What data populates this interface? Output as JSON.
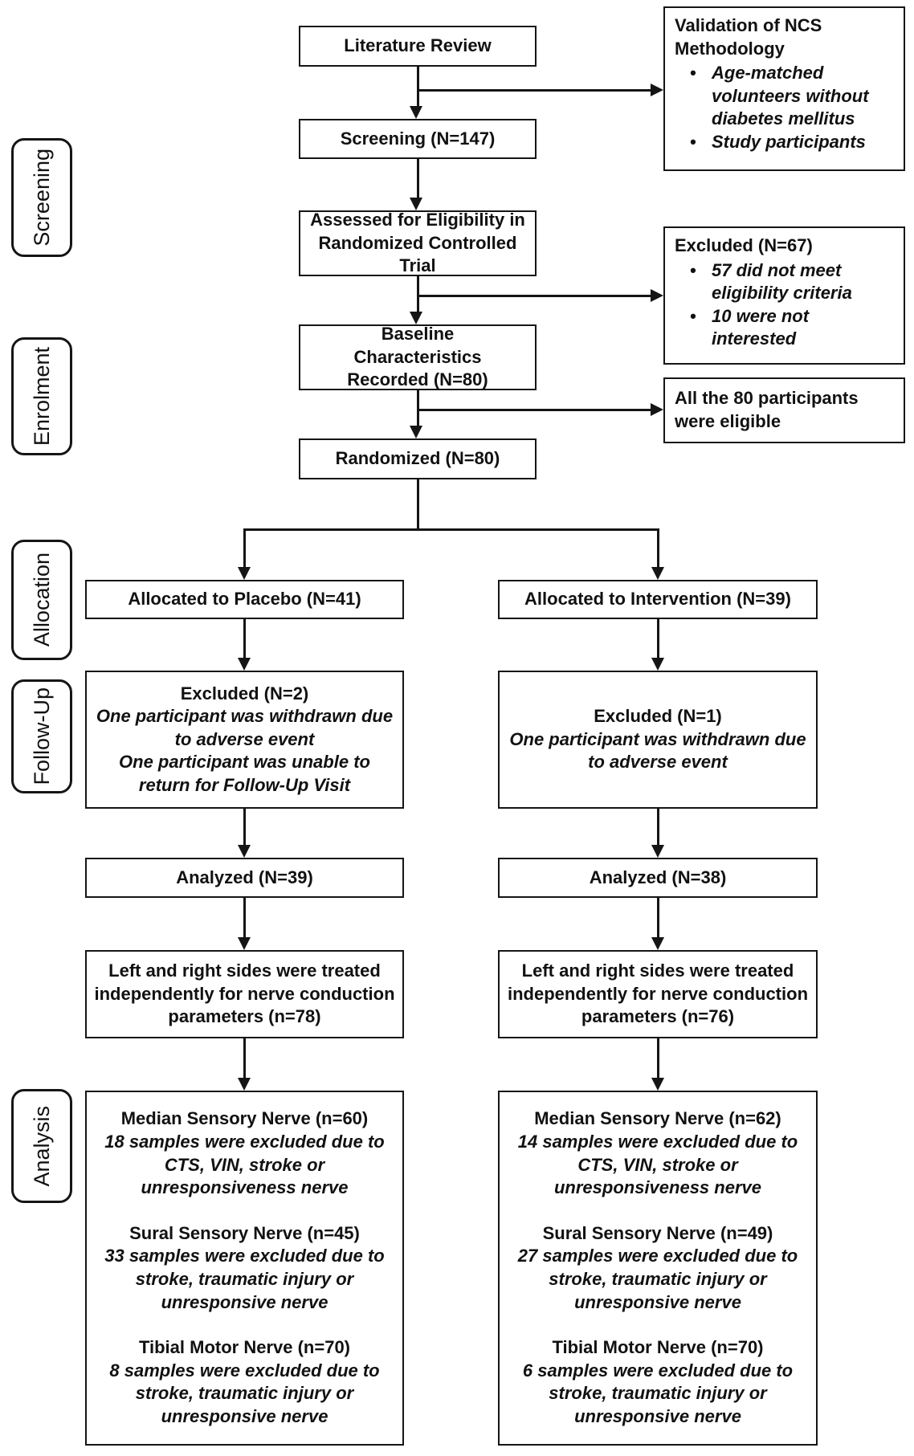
{
  "figure": {
    "background": "#ffffff",
    "line_color": "#151515",
    "text_color": "#111111"
  },
  "stage_labels": {
    "screening": "Screening",
    "enrolment": "Enrolment",
    "allocation": "Allocation",
    "followup": "Follow-Up",
    "analysis": "Analysis"
  },
  "main_flow": {
    "literature_review": "Literature Review",
    "screening": "Screening (N=147)",
    "assessed": "Assessed for Eligibility in Randomized Controlled Trial",
    "baseline": "Baseline Characteristics Recorded (N=80)",
    "randomized": "Randomized (N=80)"
  },
  "side_notes": {
    "validation": {
      "title": "Validation of NCS Methodology",
      "bullets": [
        "Age-matched volunteers without diabetes mellitus",
        "Study participants"
      ]
    },
    "excluded": {
      "title": "Excluded (N=67)",
      "bullets": [
        "57 did not meet eligibility criteria",
        "10 were not interested"
      ]
    },
    "eligible": "All the 80 participants were eligible"
  },
  "placebo_arm": {
    "allocated": "Allocated to Placebo (N=41)",
    "excluded_title": "Excluded (N=2)",
    "excluded_reasons": [
      "One participant was withdrawn due to adverse event",
      "One participant was unable to return for Follow-Up Visit"
    ],
    "analyzed": "Analyzed (N=39)",
    "sides_note": "Left and right sides were treated independently for nerve conduction parameters (n=78)",
    "nerves": [
      {
        "title": "Median Sensory Nerve (n=60)",
        "note": "18 samples were excluded due to CTS, VIN, stroke or unresponsiveness nerve"
      },
      {
        "title": "Sural Sensory Nerve (n=45)",
        "note": "33 samples were excluded due to stroke, traumatic injury or unresponsive nerve"
      },
      {
        "title": "Tibial Motor Nerve (n=70)",
        "note": "8 samples were excluded due to stroke, traumatic injury or unresponsive nerve"
      }
    ]
  },
  "intervention_arm": {
    "allocated": "Allocated to Intervention (N=39)",
    "excluded_title": "Excluded (N=1)",
    "excluded_reasons": [
      "One participant was withdrawn due to adverse event"
    ],
    "analyzed": "Analyzed (N=38)",
    "sides_note": "Left and right sides were treated independently for nerve conduction parameters (n=76)",
    "nerves": [
      {
        "title": "Median Sensory Nerve (n=62)",
        "note": "14 samples were excluded due to CTS, VIN, stroke or unresponsiveness nerve"
      },
      {
        "title": "Sural Sensory Nerve (n=49)",
        "note": "27 samples were excluded due to stroke, traumatic injury or unresponsive nerve"
      },
      {
        "title": "Tibial Motor Nerve (n=70)",
        "note": "6 samples were excluded due to stroke, traumatic injury or unresponsive nerve"
      }
    ]
  }
}
